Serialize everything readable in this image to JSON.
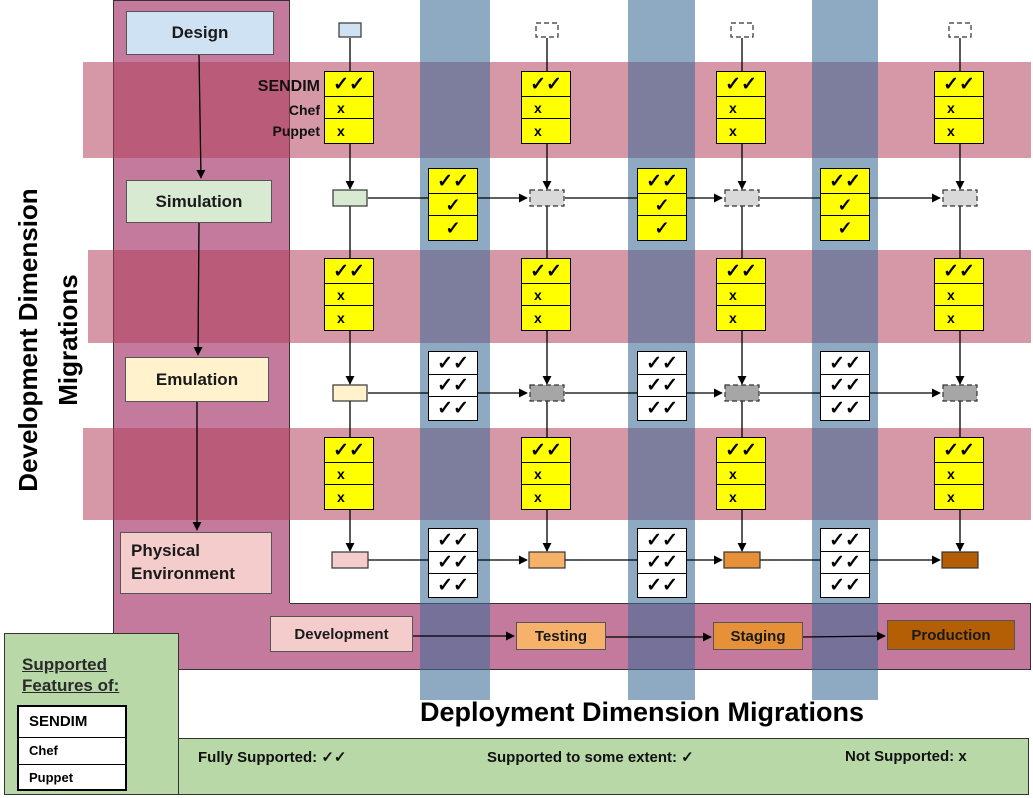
{
  "colors": {
    "dev_band": "#b5415e",
    "dep_band": "#3c6b96",
    "legend_bg": "#b8d8a8",
    "yellow": "#ffff00"
  },
  "tools": [
    "SENDIM",
    "Chef",
    "Puppet"
  ],
  "dev_stages": [
    "Design",
    "Simulation",
    "Emulation",
    "Physical Environment"
  ],
  "dep_stages": [
    "Development",
    "Testing",
    "Staging",
    "Production"
  ],
  "axis": {
    "vertical_line1": "Development Dimension",
    "vertical_line2": "Migrations",
    "horizontal": "Deployment Dimension Migrations"
  },
  "legend": {
    "title_line1": "Supported",
    "title_line2": "Features of:",
    "full": "Fully Supported: ✓✓",
    "partial": "Supported to some extent: ✓",
    "none": "Not Supported: x"
  },
  "marks": {
    "full": "✓✓",
    "partial": "✓",
    "none": "x"
  },
  "support_tables": {
    "dev_migration": [
      "full",
      "none",
      "none"
    ],
    "simulation_deploy": [
      "full",
      "partial",
      "partial"
    ],
    "emulation_deploy": [
      "full",
      "full",
      "full"
    ],
    "physical_deploy": [
      "full",
      "full",
      "full"
    ]
  }
}
